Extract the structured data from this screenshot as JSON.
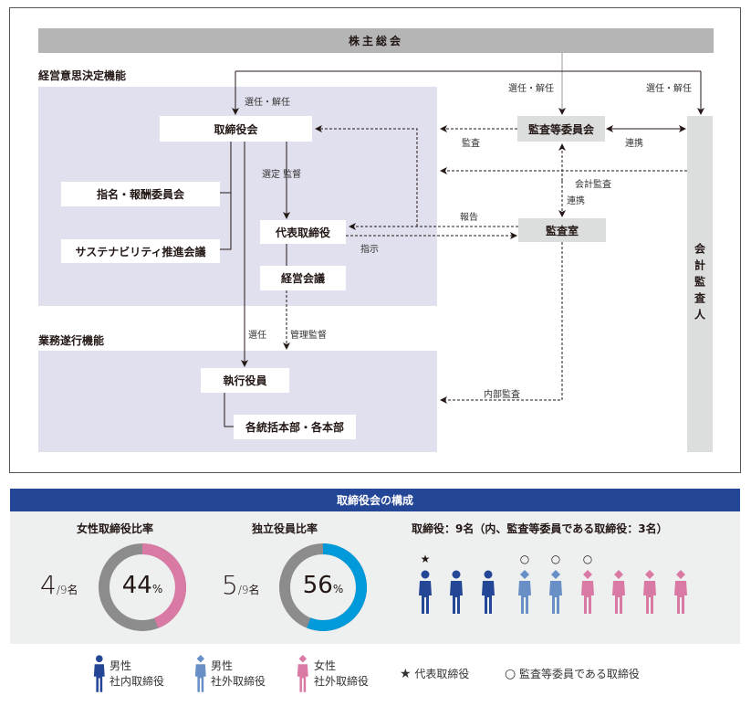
{
  "diagram": {
    "shareholders": "株主総会",
    "section_management": "経営意思決定機能",
    "section_execution": "業務遂行機能",
    "board": "取締役会",
    "nomination_committee": "指名・報酬委員会",
    "sustainability_council": "サステナビリティ推進会議",
    "representative_director": "代表取締役",
    "management_meeting": "経営会議",
    "executive_officers": "執行役員",
    "divisions": "各統括本部・各本部",
    "audit_committee": "監査等委員会",
    "audit_office": "監査室",
    "accounting_auditor": "会計監査人",
    "labels": {
      "elect_dismiss_1": "選任・解任",
      "elect_dismiss_2": "選任・解任",
      "elect_dismiss_3": "選任・解任",
      "audit": "監査",
      "coop_1": "連携",
      "accounting_audit": "会計監査",
      "coop_2": "連携",
      "report": "報告",
      "instruct": "指示",
      "select_supervise": "選定 監督",
      "elect": "選任",
      "manage_supervise": "管理監督",
      "internal_audit": "内部監査"
    }
  },
  "composition": {
    "header": "取締役会の構成",
    "female_ratio": {
      "title": "女性取締役比率",
      "count": "4",
      "total": "/9名",
      "percent": "44",
      "unit": "%",
      "value": 44,
      "color": "#d97aa5"
    },
    "independent_ratio": {
      "title": "独立役員比率",
      "count": "5",
      "total": "/9名",
      "percent": "56",
      "unit": "%",
      "value": 56,
      "color": "#0099d9"
    },
    "directors_title": "取締役：9名（内、監査等委員である取締役：3名）",
    "directors": [
      {
        "type": "male_internal",
        "mark": "★"
      },
      {
        "type": "male_internal",
        "mark": ""
      },
      {
        "type": "male_internal",
        "mark": ""
      },
      {
        "type": "male_outside",
        "mark": "○"
      },
      {
        "type": "male_outside",
        "mark": "○"
      },
      {
        "type": "female_outside",
        "mark": "○"
      },
      {
        "type": "female_outside",
        "mark": ""
      },
      {
        "type": "female_outside",
        "mark": ""
      },
      {
        "type": "female_outside",
        "mark": ""
      }
    ],
    "colors": {
      "male_internal": "#244696",
      "male_outside": "#6990c6",
      "female_outside": "#d97aa5",
      "ring_gray": "#8c8c8c"
    }
  },
  "legend": {
    "male_internal": [
      "男性",
      "社内取締役"
    ],
    "male_outside": [
      "男性",
      "社外取締役"
    ],
    "female_outside": [
      "女性",
      "社外取締役"
    ],
    "representative": "代表取締役",
    "audit_member": "監査等委員である取締役",
    "star": "★",
    "circle": "○"
  }
}
